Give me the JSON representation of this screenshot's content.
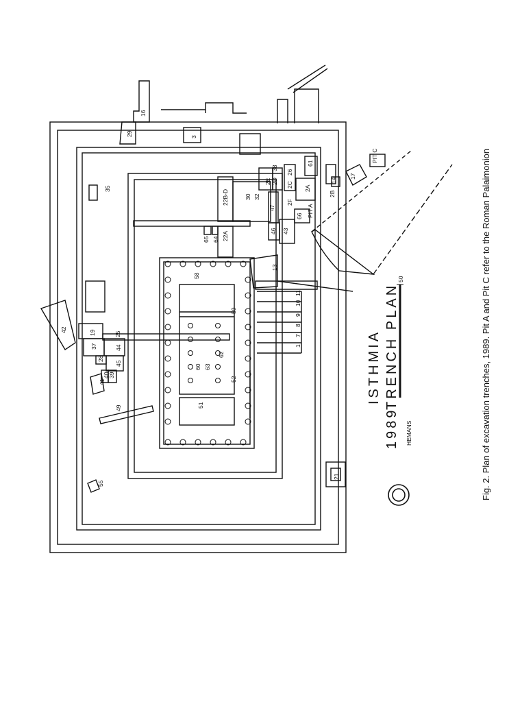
{
  "title": "ISTHMIA",
  "subtitle_year": "1989",
  "subtitle": "TRENCH PLAN",
  "scale_label": "50",
  "credit": "HEMANS",
  "caption": "Fig. 2. Plan of excavation trenches, 1989. Pit A and Pit C refer to the Roman Palaimonion",
  "trench_labels": [
    "16",
    "29",
    "3",
    "35",
    "22B-D",
    "22A",
    "65",
    "64",
    "25",
    "30",
    "32",
    "2E",
    "2D",
    "38",
    "26",
    "2C",
    "2A",
    "2F",
    "47",
    "46",
    "43",
    "61",
    "14",
    "17",
    "2B",
    "PIT C",
    "PIT A",
    "66",
    "13",
    "58",
    "59",
    "11",
    "10",
    "9",
    "8",
    "7",
    "1",
    "62",
    "60",
    "63",
    "52",
    "51",
    "42",
    "19",
    "37",
    "28",
    "40",
    "39",
    "41",
    "44",
    "45",
    "49",
    "55",
    "21"
  ],
  "colors": {
    "ink": "#111111",
    "paper": "#ffffff"
  }
}
